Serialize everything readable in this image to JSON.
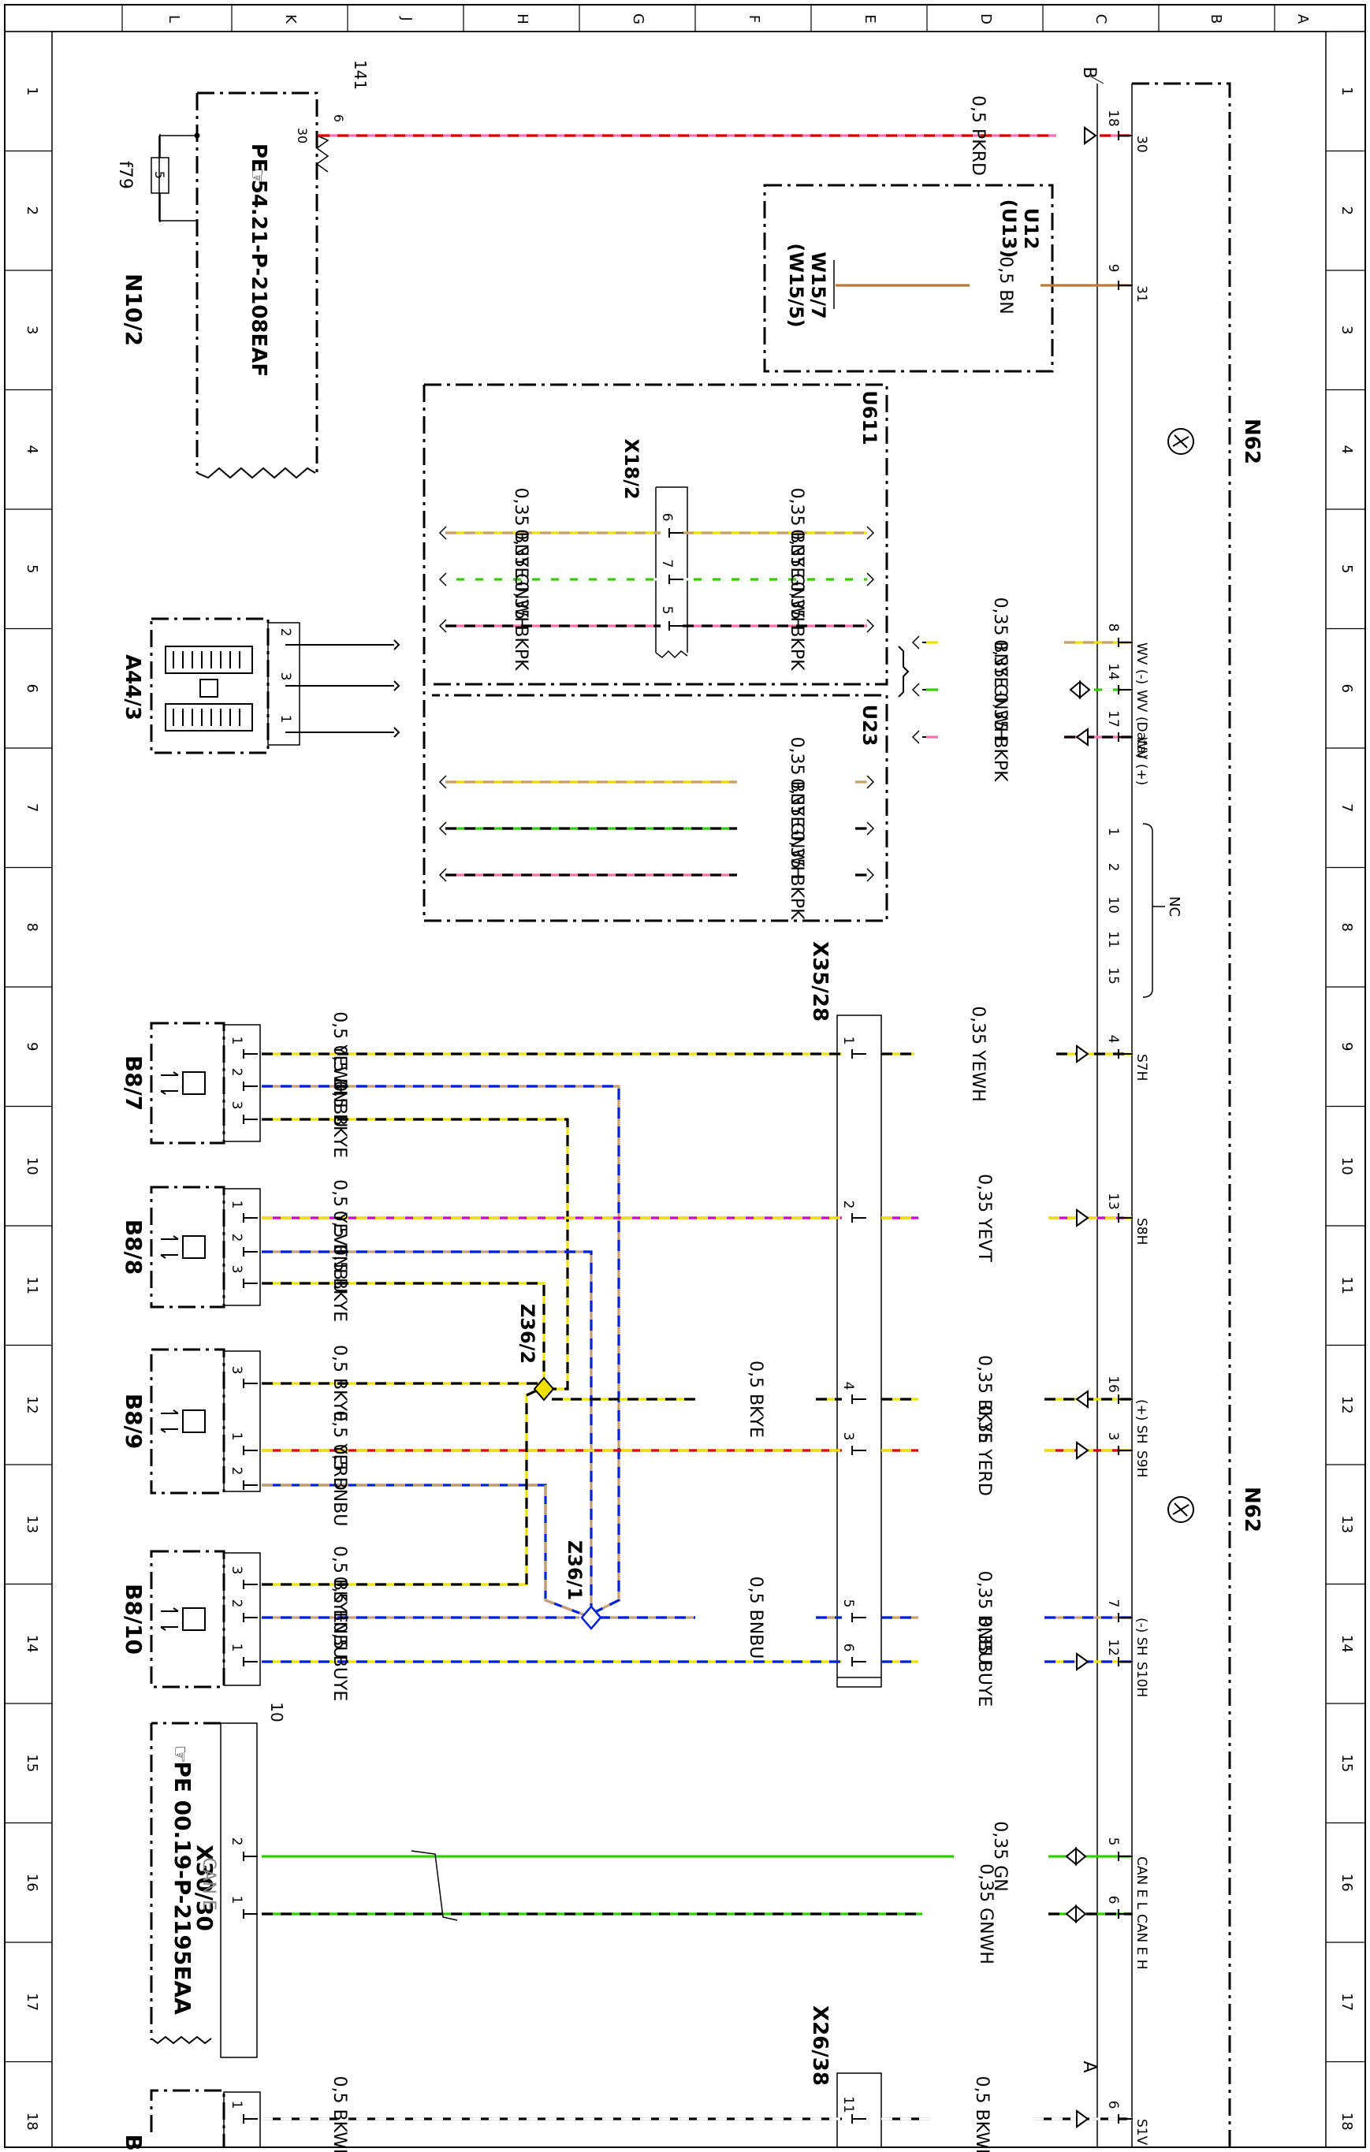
{
  "frame": {
    "columns": [
      "A",
      "B",
      "C",
      "D",
      "E",
      "F",
      "G",
      "H",
      "J",
      "K",
      "L"
    ],
    "rows": [
      "1",
      "2",
      "3",
      "4",
      "5",
      "6",
      "7",
      "8",
      "9",
      "10",
      "11",
      "12",
      "13",
      "14",
      "15",
      "16",
      "17",
      "18"
    ]
  },
  "components": {
    "n62": "N62",
    "n10_2": "N10/2",
    "n10_2_ref": "PE 54.21-P-2108EAF",
    "f79": "f79",
    "fuse_value": "5",
    "u12": "U12",
    "u13": "(U13)",
    "w15_7": "W15/7",
    "w15_5": "(W15/5)",
    "u611": "U611",
    "u23": "U23",
    "x18_2": "X18/2",
    "a44_3": "A44/3",
    "x35_28": "X35/28",
    "b8_7": "B8/7",
    "b8_8": "B8/8",
    "b8_9": "B8/9",
    "b8_10": "B8/10",
    "z36_2": "Z36/2",
    "z36_1": "Z36/1",
    "x30_30": "X30/30",
    "x30_30_ref": "PE 00.19-P-2195EAA",
    "can_e": "CAN E",
    "x26_38": "X26/38",
    "bottom_partial": "B",
    "nc": "NC",
    "corner_b": "B",
    "corner_a": "A",
    "ref_141": "141",
    "ref_10": "10"
  },
  "pins": {
    "p30_label": "30",
    "p30_n10": "30",
    "p6_141": "6",
    "p18": "18",
    "p9": "9",
    "p31": "31",
    "p8": "8",
    "p14": "14",
    "p17": "17",
    "wv_minus": "WV (-)",
    "wv_data": "WV (Data)",
    "wv_plus": "WV (+)",
    "nc_pins": [
      "1",
      "2",
      "10",
      "11",
      "15"
    ],
    "x18": [
      "6",
      "7",
      "5"
    ],
    "a44": [
      "2",
      "3",
      "1"
    ],
    "p4": "4",
    "s7h": "S7H",
    "p13": "13",
    "s8h": "S8H",
    "p16": "16",
    "sh_plus": "(+) SH",
    "p3": "3",
    "s9h": "S9H",
    "p7": "7",
    "sh_minus": "(-) SH",
    "p12": "12",
    "s10h": "S10H",
    "p5": "5",
    "can_el": "CAN E L",
    "p6": "6",
    "can_eh": "CAN E H",
    "s1v": "S1V",
    "x35": [
      "1",
      "2",
      "4",
      "3",
      "5",
      "6"
    ],
    "b87": [
      "1",
      "2",
      "3"
    ],
    "b88": [
      "1",
      "2",
      "3"
    ],
    "b89": [
      "3",
      "1",
      "2"
    ],
    "b810": [
      "3",
      "2",
      "1"
    ],
    "x30": [
      "2",
      "1"
    ],
    "x26": "11",
    "p6_bottom": "6",
    "p1_bottom": "1"
  },
  "wires": {
    "pkrd": "0,5 PKRD",
    "bn": "0,5 BN",
    "bnye_035": "0,35 BNYE",
    "gnwh_035": "0,35 GNWH",
    "bkpk_035": "0,35 BKPK",
    "yewh_05": "0,5 YEWH",
    "bnbu_05": "0,5 BNBU",
    "bkye_05": "0,5 BKYE",
    "yevt_05": "0,5 YEVT",
    "yerd_05": "0,5 YERD",
    "buye_05": "0,5 BUYE",
    "yewh_035": "0,35 YEWH",
    "yevt_035": "0,35 YEVT",
    "bkye_035": "0,35 BKYE",
    "yerd_035": "0,35 YERD",
    "bnbu_035": "0,35 BNBU",
    "buye_035": "0,35 BUYE",
    "gn_035": "0,35 GN",
    "bkwh_05": "0,5 BKWH"
  },
  "colors": {
    "pink": "#ff6fb0",
    "red": "#e00000",
    "brown": "#b8793a",
    "tan": "#c8a070",
    "yellow": "#f0e000",
    "green": "#2ed000",
    "magenta": "#d000d0",
    "blue": "#0020e0",
    "black": "#000000"
  }
}
